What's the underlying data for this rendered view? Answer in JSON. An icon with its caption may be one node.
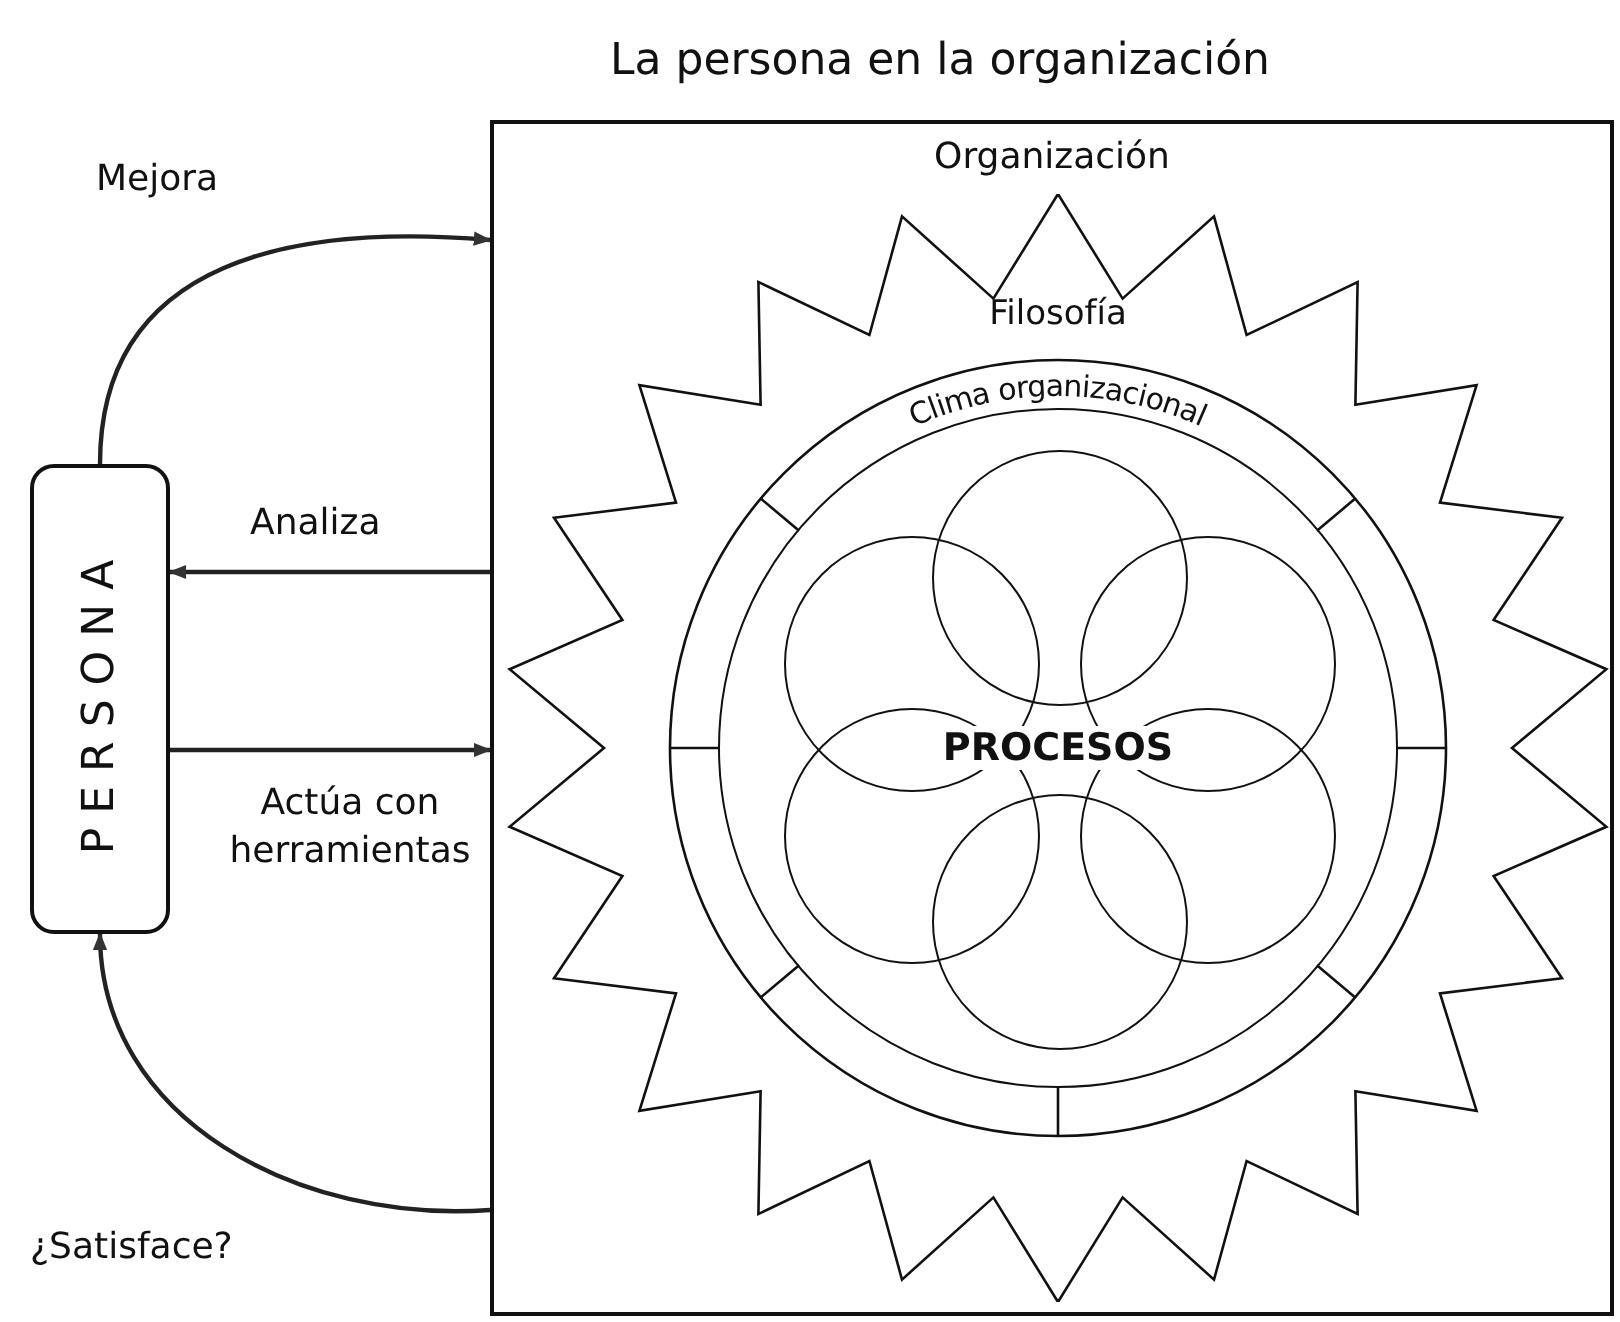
{
  "diagram": {
    "title": "La persona en la organización",
    "nodes": [
      {
        "text": [
          "PERSONA"
        ]
      },
      {
        "text": [
          "Organización"
        ]
      },
      {
        "text": [
          "Filosofía"
        ],
        "in": 1
      },
      {
        "text": [
          "Clima organizacional"
        ],
        "in": 2
      },
      {
        "text": [
          "PROCESOS"
        ],
        "in": 3
      },
      {
        "text": [],
        "shape": "circle",
        "in": 4
      },
      {
        "text": [],
        "shape": "circle",
        "in": 4
      },
      {
        "text": [],
        "shape": "circle",
        "in": 4
      },
      {
        "text": [],
        "shape": "circle",
        "in": 4
      },
      {
        "text": [],
        "shape": "circle",
        "in": 4
      },
      {
        "text": [],
        "shape": "circle",
        "in": 4
      }
    ],
    "edges": [
      {
        "from": 0,
        "to": 1,
        "arrow": "to",
        "label": "Mejora"
      },
      {
        "from": 1,
        "to": 0,
        "arrow": "to",
        "label": "Analiza"
      },
      {
        "from": 0,
        "to": 1,
        "arrow": "to",
        "label": "Actúa con herramientas"
      },
      {
        "from": 1,
        "to": 0,
        "arrow": "to",
        "label": "¿Satisface?"
      }
    ]
  }
}
